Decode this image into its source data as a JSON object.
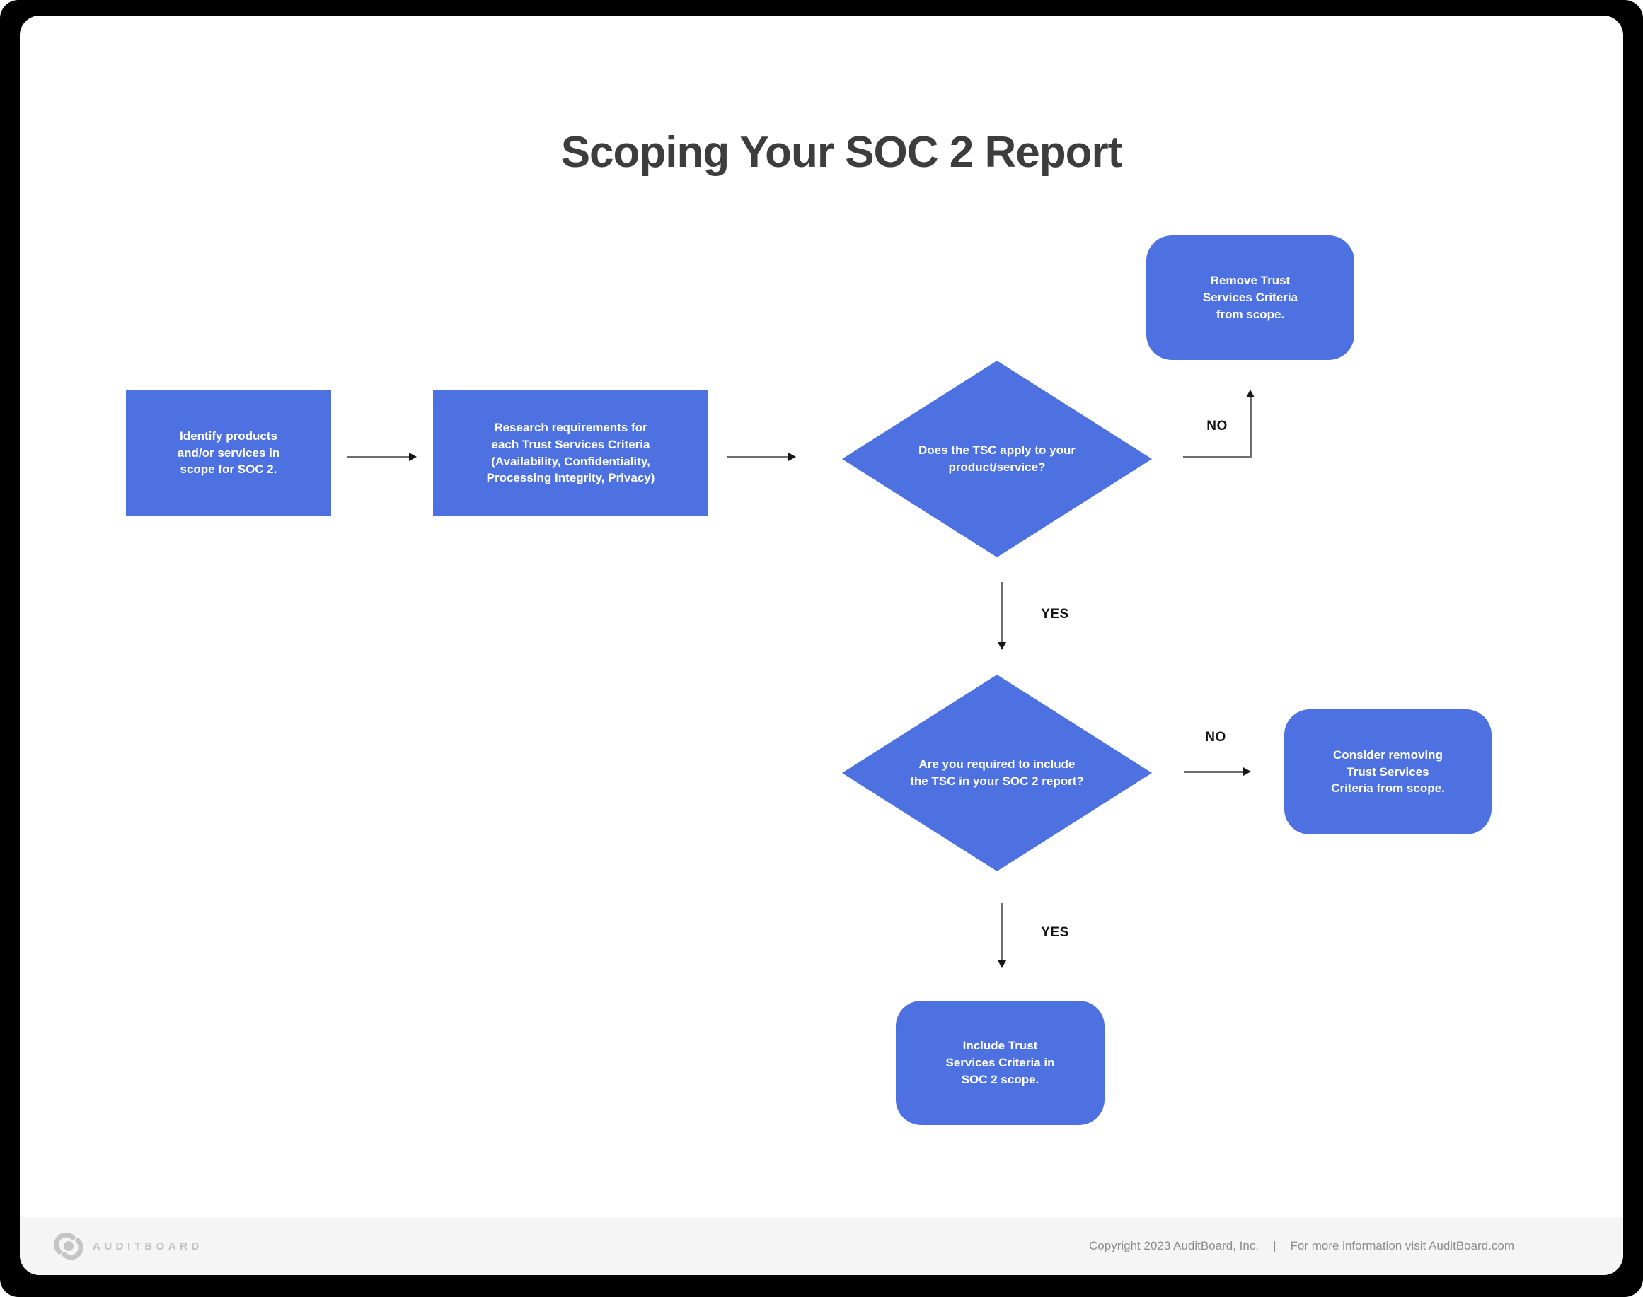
{
  "title": "Scoping Your SOC 2 Report",
  "flowchart": {
    "step1": {
      "lines": [
        "Identify products",
        "and/or services in",
        "scope for SOC 2."
      ]
    },
    "step2": {
      "lines": [
        "Research requirements for",
        "each Trust Services Criteria",
        "(Availability, Confidentiality,",
        "Processing Integrity, Privacy)"
      ]
    },
    "decision1": {
      "lines": [
        "Does the TSC apply to your",
        "product/service?"
      ]
    },
    "remove": {
      "lines": [
        "Remove Trust",
        "Services Criteria",
        "from scope."
      ]
    },
    "decision2": {
      "lines": [
        "Are you required to include",
        "the TSC in your SOC 2 report?"
      ]
    },
    "consider": {
      "lines": [
        "Consider removing",
        "Trust Services",
        "Criteria from scope."
      ]
    },
    "include": {
      "lines": [
        "Include Trust",
        "Services Criteria in",
        "SOC 2 scope."
      ]
    },
    "labels": {
      "no1": "NO",
      "yes1": "YES",
      "no2": "NO",
      "yes2": "YES"
    }
  },
  "footer": {
    "brand": "AUDITBOARD",
    "copyright": "Copyright 2023 AuditBoard, Inc.",
    "separator": "|",
    "info": "For more information visit AuditBoard.com"
  },
  "colors": {
    "node_blue": "#4D71E0",
    "title_text": "#3D3D3D",
    "arrow_line": "#6F6F6F",
    "arrow_head": "#161616",
    "edge_label_text": "#141414",
    "footer_bg": "#F5F5F5",
    "footer_text": "#8D8D8D",
    "logo_gray": "#C5C5C5",
    "frame": "#000000"
  }
}
